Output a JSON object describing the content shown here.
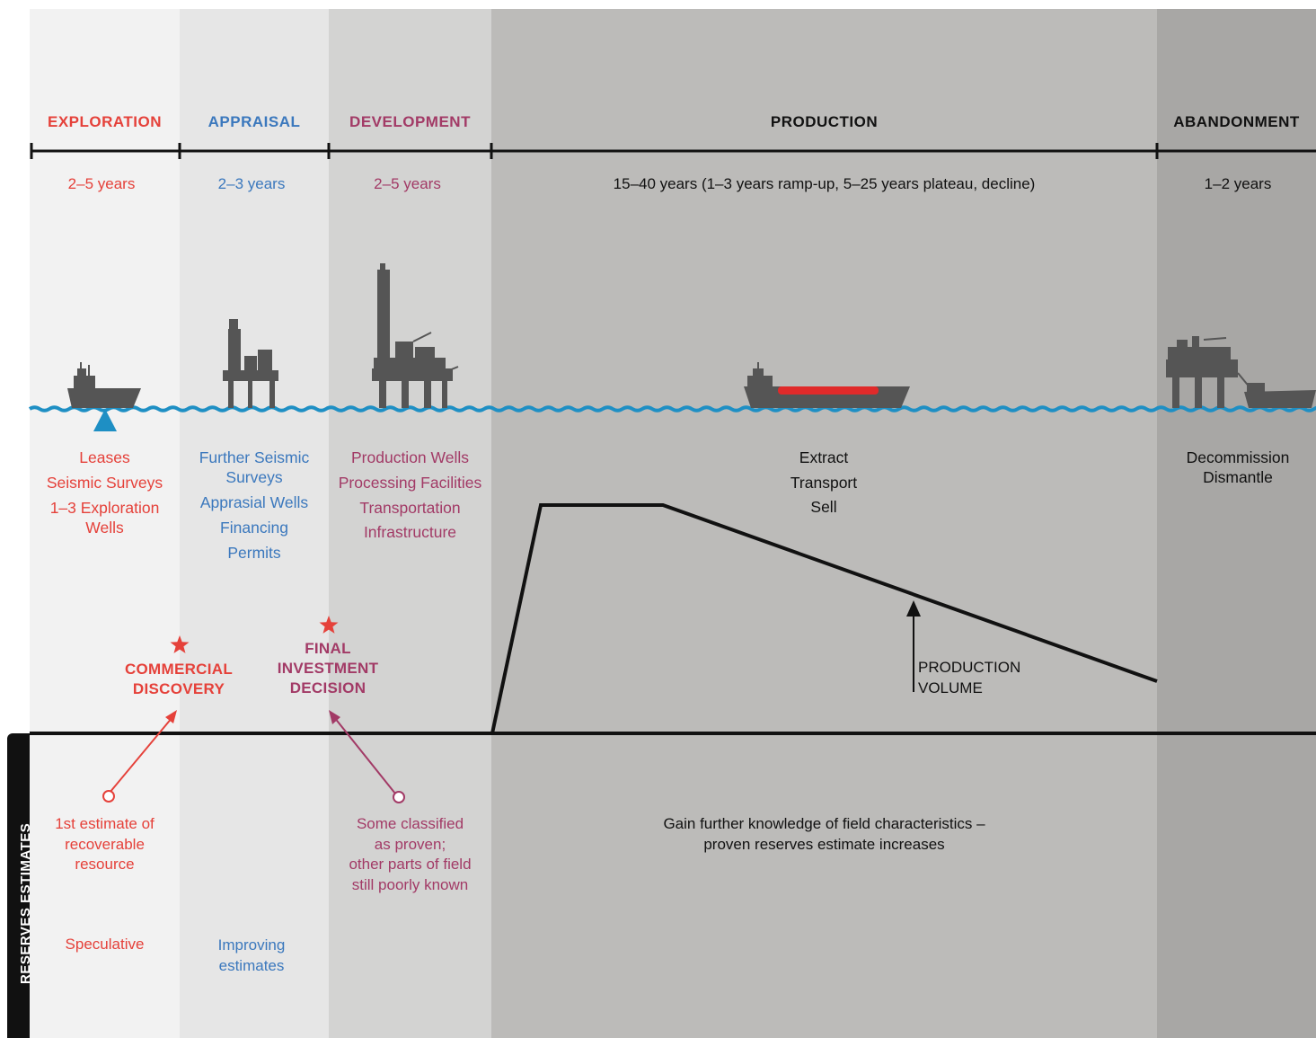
{
  "phases": [
    {
      "name": "EXPLORATION",
      "duration": "2–5 years",
      "activities": [
        "Leases",
        "Seismic Surveys",
        "1–3 Exploration",
        "Wells"
      ]
    },
    {
      "name": "APPRAISAL",
      "duration": "2–3 years",
      "activities": [
        "Further Seismic",
        "Surveys",
        "Apprasial Wells",
        "Financing",
        "Permits"
      ]
    },
    {
      "name": "DEVELOPMENT",
      "duration": "2–5 years",
      "activities": [
        "Production Wells",
        "Processing Facilities",
        "Transportation",
        "Infrastructure"
      ]
    },
    {
      "name": "PRODUCTION",
      "duration": "15–40 years (1–3 years ramp-up, 5–25 years plateau, decline)",
      "activities": [
        "Extract",
        "Transport",
        "Sell"
      ]
    },
    {
      "name": "ABANDONMENT",
      "duration": "1–2 years",
      "activities": [
        "Decommission",
        "Dismantle"
      ]
    }
  ],
  "milestones": {
    "commercial_discovery": [
      "COMMERCIAL",
      "DISCOVERY"
    ],
    "final_investment_decision": [
      "FINAL",
      "INVESTMENT",
      "DECISION"
    ]
  },
  "production_volume_label": [
    "PRODUCTION",
    "VOLUME"
  ],
  "reserves": {
    "label": "RESERVES ESTIMATES",
    "exploration_note": [
      "1st estimate of",
      "recoverable",
      "resource"
    ],
    "exploration_quality": "Speculative",
    "appraisal_quality": [
      "Improving",
      "estimates"
    ],
    "development_note": [
      "Some classified",
      "as proven;",
      "other parts of field",
      "still poorly known"
    ],
    "production_note": [
      "Gain further knowledge of field characteristics –",
      "proven reserves estimate increases"
    ]
  },
  "colors": {
    "exploration": "#e5413a",
    "appraisal": "#3b78bd",
    "development": "#a23a66",
    "production": "#111111",
    "sea": "#1e8fc4"
  }
}
